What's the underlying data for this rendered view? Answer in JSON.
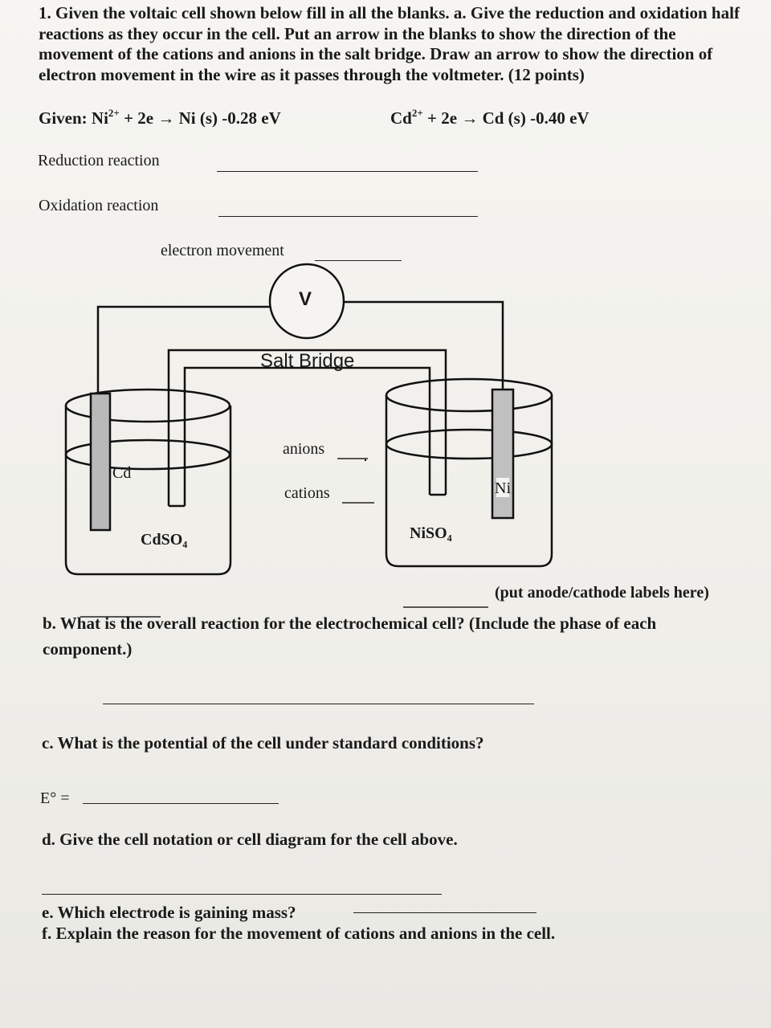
{
  "question": {
    "intro": "1. Given the voltaic cell shown below fill in all the blanks. a. Give the reduction and oxidation half reactions as they occur in the cell. Put an arrow in the blanks to show the direction of the movement of the cations and anions in the salt bridge. Draw an arrow to show the direction of electron movement in the wire as it passes through the voltmeter. (12 points)",
    "given_label": "Given:",
    "ni_half_ion": "Ni",
    "ni_half_charge": "2+",
    "ni_half_rest": " + 2e → Ni (s) -0.28 eV",
    "cd_half_ion": "Cd",
    "cd_half_charge": "2+",
    "cd_half_rest": " + 2e → Cd (s) -0.40 eV",
    "reduction_label": "Reduction reaction",
    "oxidation_label": "Oxidation reaction"
  },
  "diagram": {
    "electron_movement_label": "electron movement",
    "voltmeter_label": "V",
    "salt_bridge_label": "Salt Bridge",
    "anions_label": "anions",
    "cations_label": "cations",
    "left_electrode_label": "Cd",
    "right_electrode_label": "Ni",
    "left_solution": "CdSO₄",
    "right_solution": "NiSO₄",
    "anode_cathode_note": "(put anode/cathode labels here)"
  },
  "parts": {
    "b": "b. What is the overall reaction for the electrochemical cell? (Include the phase of each component.)",
    "c": "c. What is the potential of the cell under standard conditions?",
    "e0_label": "E° =",
    "d": "d. Give the cell notation or cell diagram for the cell above.",
    "e": "e. Which electrode is gaining mass?",
    "f": "f. Explain the reason for the movement of cations and anions in the cell."
  }
}
